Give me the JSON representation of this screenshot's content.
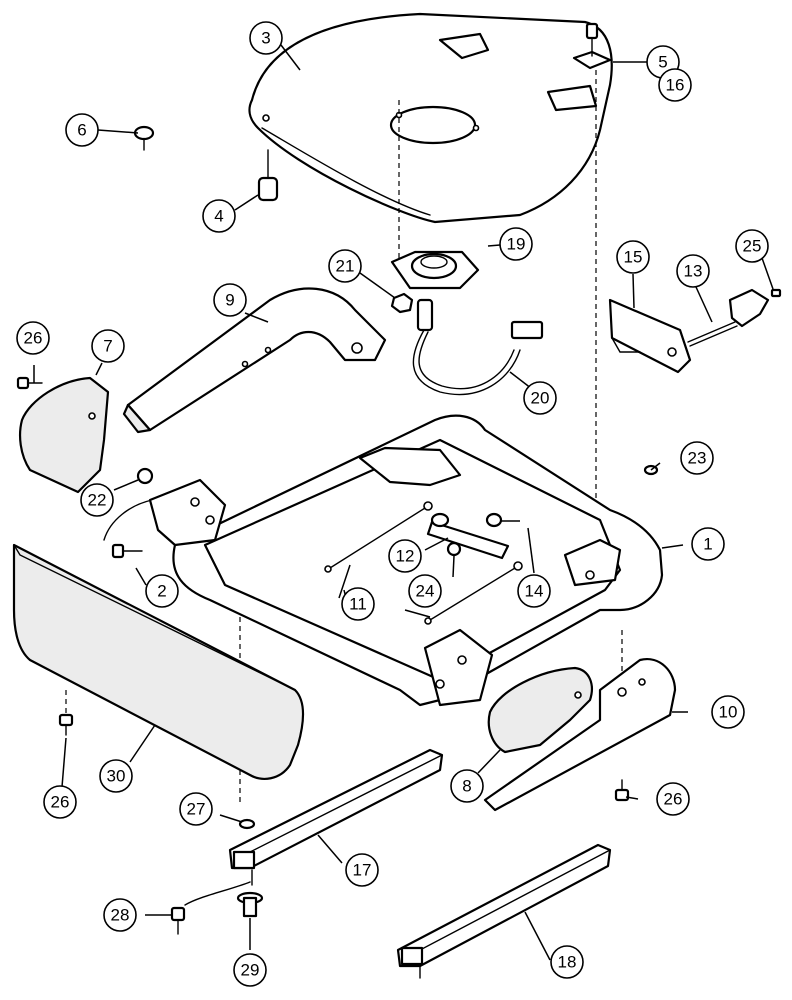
{
  "callouts": [
    {
      "id": "c1",
      "label": "1"
    },
    {
      "id": "c2",
      "label": "2"
    },
    {
      "id": "c3",
      "label": "3"
    },
    {
      "id": "c4",
      "label": "4"
    },
    {
      "id": "c5",
      "label": "5"
    },
    {
      "id": "c6",
      "label": "6"
    },
    {
      "id": "c7",
      "label": "7"
    },
    {
      "id": "c8",
      "label": "8"
    },
    {
      "id": "c9",
      "label": "9"
    },
    {
      "id": "c10",
      "label": "10"
    },
    {
      "id": "c11",
      "label": "11"
    },
    {
      "id": "c12",
      "label": "12"
    },
    {
      "id": "c13",
      "label": "13"
    },
    {
      "id": "c14",
      "label": "14"
    },
    {
      "id": "c15",
      "label": "15"
    },
    {
      "id": "c16",
      "label": "16"
    },
    {
      "id": "c17",
      "label": "17"
    },
    {
      "id": "c18",
      "label": "18"
    },
    {
      "id": "c19",
      "label": "19"
    },
    {
      "id": "c20",
      "label": "20"
    },
    {
      "id": "c21",
      "label": "21"
    },
    {
      "id": "c22",
      "label": "22"
    },
    {
      "id": "c23",
      "label": "23"
    },
    {
      "id": "c24",
      "label": "24"
    },
    {
      "id": "c25",
      "label": "25"
    },
    {
      "id": "c26a",
      "label": "26"
    },
    {
      "id": "c26b",
      "label": "26"
    },
    {
      "id": "c26c",
      "label": "26"
    },
    {
      "id": "c27",
      "label": "27"
    },
    {
      "id": "c28",
      "label": "28"
    },
    {
      "id": "c29",
      "label": "29"
    },
    {
      "id": "c30",
      "label": "30"
    }
  ]
}
